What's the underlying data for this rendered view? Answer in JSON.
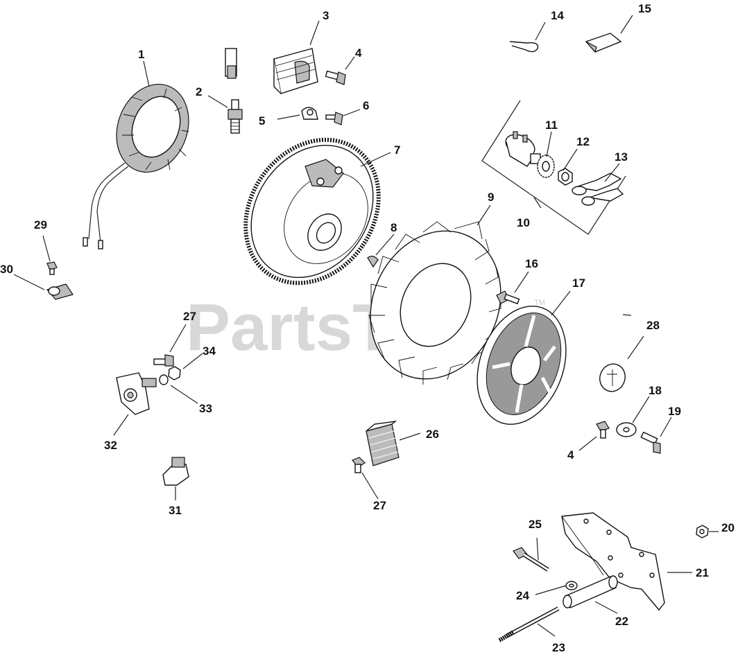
{
  "watermark": {
    "text": "PartsTree",
    "tm": "TM"
  },
  "callouts": [
    {
      "id": "c1",
      "text": "1"
    },
    {
      "id": "c2",
      "text": "2"
    },
    {
      "id": "c3",
      "text": "3"
    },
    {
      "id": "c4a",
      "text": "4"
    },
    {
      "id": "c5",
      "text": "5"
    },
    {
      "id": "c6",
      "text": "6"
    },
    {
      "id": "c7",
      "text": "7"
    },
    {
      "id": "c8",
      "text": "8"
    },
    {
      "id": "c9",
      "text": "9"
    },
    {
      "id": "c10",
      "text": "10"
    },
    {
      "id": "c11",
      "text": "11"
    },
    {
      "id": "c12",
      "text": "12"
    },
    {
      "id": "c13",
      "text": "13"
    },
    {
      "id": "c14",
      "text": "14"
    },
    {
      "id": "c15",
      "text": "15"
    },
    {
      "id": "c16",
      "text": "16"
    },
    {
      "id": "c17",
      "text": "17"
    },
    {
      "id": "c18",
      "text": "18"
    },
    {
      "id": "c19",
      "text": "19"
    },
    {
      "id": "c20",
      "text": "20"
    },
    {
      "id": "c21",
      "text": "21"
    },
    {
      "id": "c22",
      "text": "22"
    },
    {
      "id": "c23",
      "text": "23"
    },
    {
      "id": "c24",
      "text": "24"
    },
    {
      "id": "c25",
      "text": "25"
    },
    {
      "id": "c26",
      "text": "26"
    },
    {
      "id": "c27a",
      "text": "27"
    },
    {
      "id": "c27b",
      "text": "27"
    },
    {
      "id": "c28",
      "text": "28"
    },
    {
      "id": "c29",
      "text": "29"
    },
    {
      "id": "c30",
      "text": "30"
    },
    {
      "id": "c31",
      "text": "31"
    },
    {
      "id": "c32",
      "text": "32"
    },
    {
      "id": "c33",
      "text": "33"
    },
    {
      "id": "c34",
      "text": "34"
    },
    {
      "id": "c4b",
      "text": "4"
    }
  ]
}
